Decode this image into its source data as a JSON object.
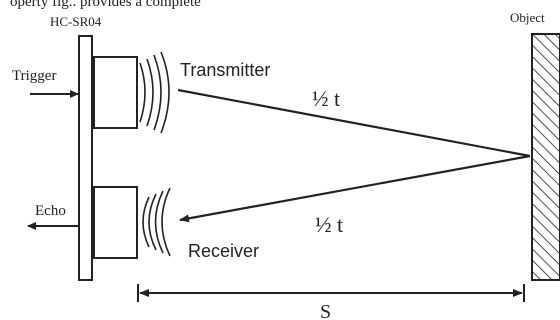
{
  "diagram": {
    "top_text": "operty fig.. provides a complete",
    "sensor_label": "HC-SR04",
    "object_label": "Object",
    "trigger_label": "Trigger",
    "echo_label": "Echo",
    "transmitter_label": "Transmitter",
    "receiver_label": "Receiver",
    "outgoing_time_label": "½ t",
    "return_time_label": "½ t",
    "distance_label": "S"
  },
  "colors": {
    "stroke": "#222222",
    "background": "#ffffff"
  }
}
